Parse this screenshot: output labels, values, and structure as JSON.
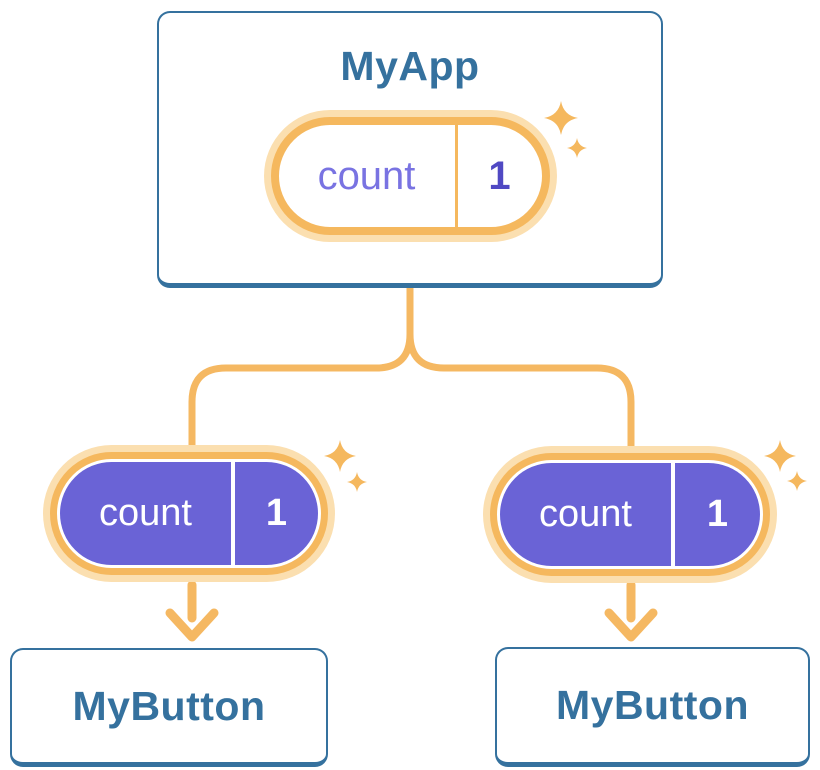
{
  "diagram": {
    "title_hint": "React component tree with count state passed down",
    "root": {
      "title": "MyApp",
      "state": {
        "name": "count",
        "value": "1"
      }
    },
    "children": [
      {
        "title": "MyButton",
        "state": {
          "name": "count",
          "value": "1"
        }
      },
      {
        "title": "MyButton",
        "state": {
          "name": "count",
          "value": "1"
        }
      }
    ]
  },
  "icons": {
    "sparkle": "four-point-star"
  },
  "colors": {
    "card_border_blue": "#35719E",
    "title_text_blue": "#35719E",
    "connector_orange": "#F5B862",
    "pill_ring_orange": "#F5B85E",
    "pill_glow_peach": "#FBDFB0",
    "pill_purple": "#6A63D6",
    "state_name_purple": "#7973E2",
    "state_value_purple": "#5049C3",
    "background": "#FFFFFF"
  }
}
